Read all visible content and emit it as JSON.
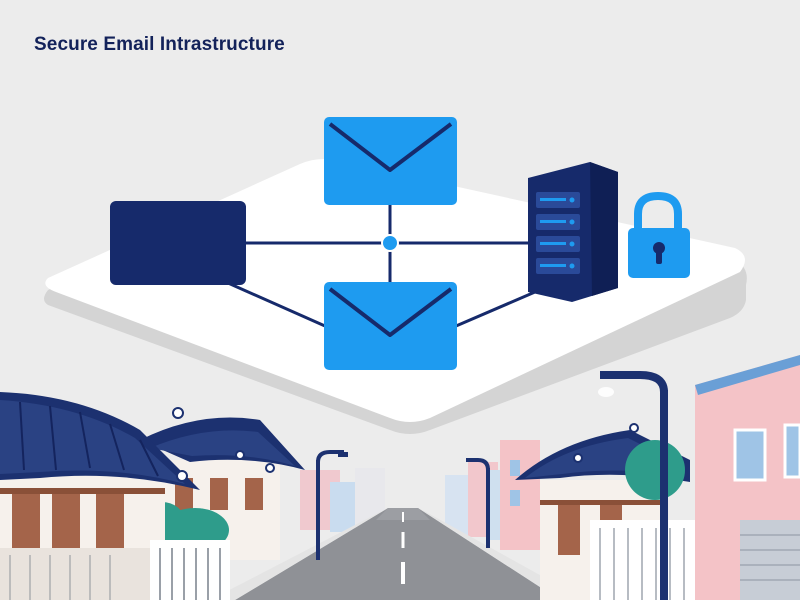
{
  "header": {
    "title": "Secure Email Intrastructure"
  },
  "diagram": {
    "nodes": [
      {
        "id": "client",
        "icon": "monitor-icon"
      },
      {
        "id": "email-top",
        "icon": "envelope-icon"
      },
      {
        "id": "email-bottom",
        "icon": "envelope-icon"
      },
      {
        "id": "hub",
        "icon": "hub-node-icon"
      },
      {
        "id": "server",
        "icon": "server-rack-icon"
      },
      {
        "id": "lock",
        "icon": "padlock-icon"
      }
    ],
    "edges": [
      [
        "client",
        "hub"
      ],
      [
        "hub",
        "server"
      ],
      [
        "email-top",
        "hub"
      ],
      [
        "hub",
        "email-bottom"
      ],
      [
        "client",
        "email-bottom"
      ],
      [
        "email-bottom",
        "server"
      ]
    ],
    "background": "hanok-street-scene"
  },
  "colors": {
    "background": "#ececec",
    "navy": "#162a6b",
    "blue": "#1e9bf0",
    "platform": "#ffffff",
    "platform_edge": "#d4d4d4",
    "road": "#8f9196",
    "pink_building": "#f4c3c7",
    "roof": "#1c3170",
    "wood": "#a4644a",
    "tree": "#2e9c8b"
  }
}
